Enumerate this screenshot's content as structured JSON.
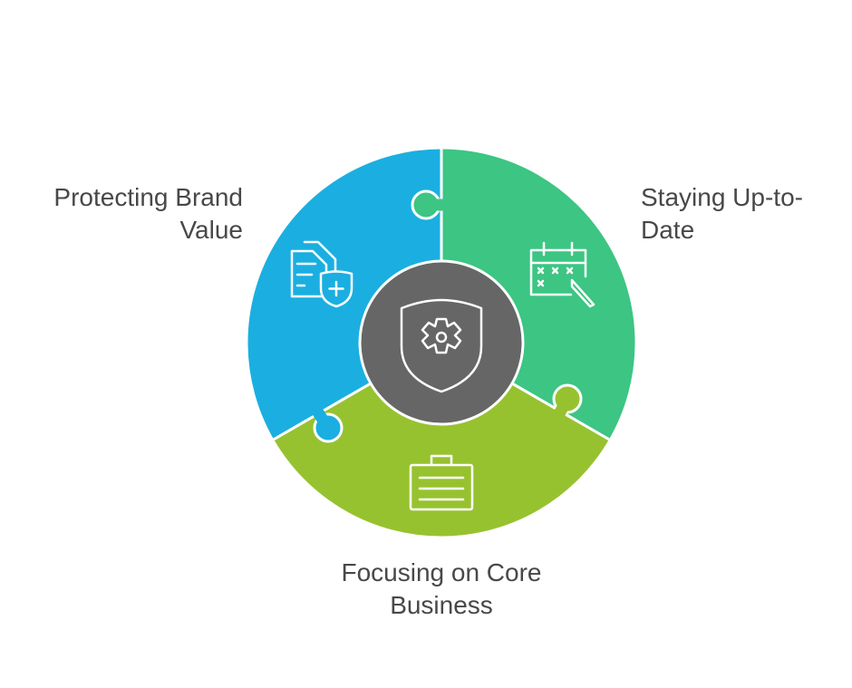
{
  "segments": [
    {
      "label_line1": "Protecting Brand",
      "label_line2": "Value",
      "icon": "document-shield-icon",
      "color": "#1AAFE0"
    },
    {
      "label_line1": "Staying Up-to-",
      "label_line2": "Date",
      "icon": "calendar-edit-icon",
      "color": "#3CC583"
    },
    {
      "label_line1": "Focusing on Core",
      "label_line2": "Business",
      "icon": "briefcase-icon",
      "color": "#97C230"
    }
  ],
  "center": {
    "icon": "shield-gear-icon",
    "color": "#666666"
  }
}
